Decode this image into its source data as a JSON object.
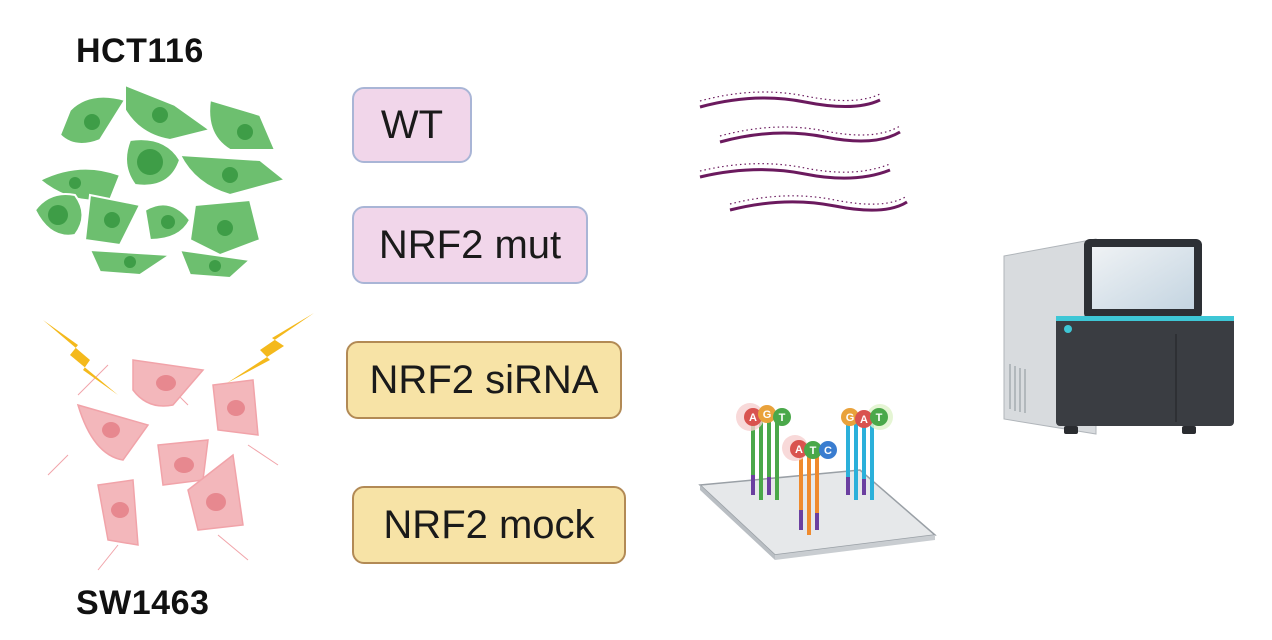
{
  "cell_lines": {
    "top": "HCT116",
    "bottom": "SW1463"
  },
  "conditions": [
    {
      "label": "WT",
      "color": "#f1d6ea"
    },
    {
      "label": "NRF2 mut",
      "color": "#f1d6ea"
    },
    {
      "label": "NRF2 siRNA",
      "color": "#f7e3a6"
    },
    {
      "label": "NRF2 mock",
      "color": "#f7e3a6"
    }
  ],
  "colors": {
    "green_cell": "#6dbf6f",
    "pink_cell": "#f3b7bb",
    "rna": "#6b1a5e",
    "lightning": "#f4b91c",
    "sequencer_body": "#3a3d42"
  },
  "bases": {
    "cluster1": [
      "A",
      "G",
      "T"
    ],
    "cluster2": [
      "A",
      "T",
      "C"
    ],
    "cluster3": [
      "G",
      "A",
      "T"
    ]
  },
  "icons": [
    "green-cell-cluster-icon",
    "pink-cell-cluster-icon",
    "lightning-icon",
    "rna-strand-icon",
    "sequencing-chip-icon",
    "sequencer-machine-icon"
  ]
}
